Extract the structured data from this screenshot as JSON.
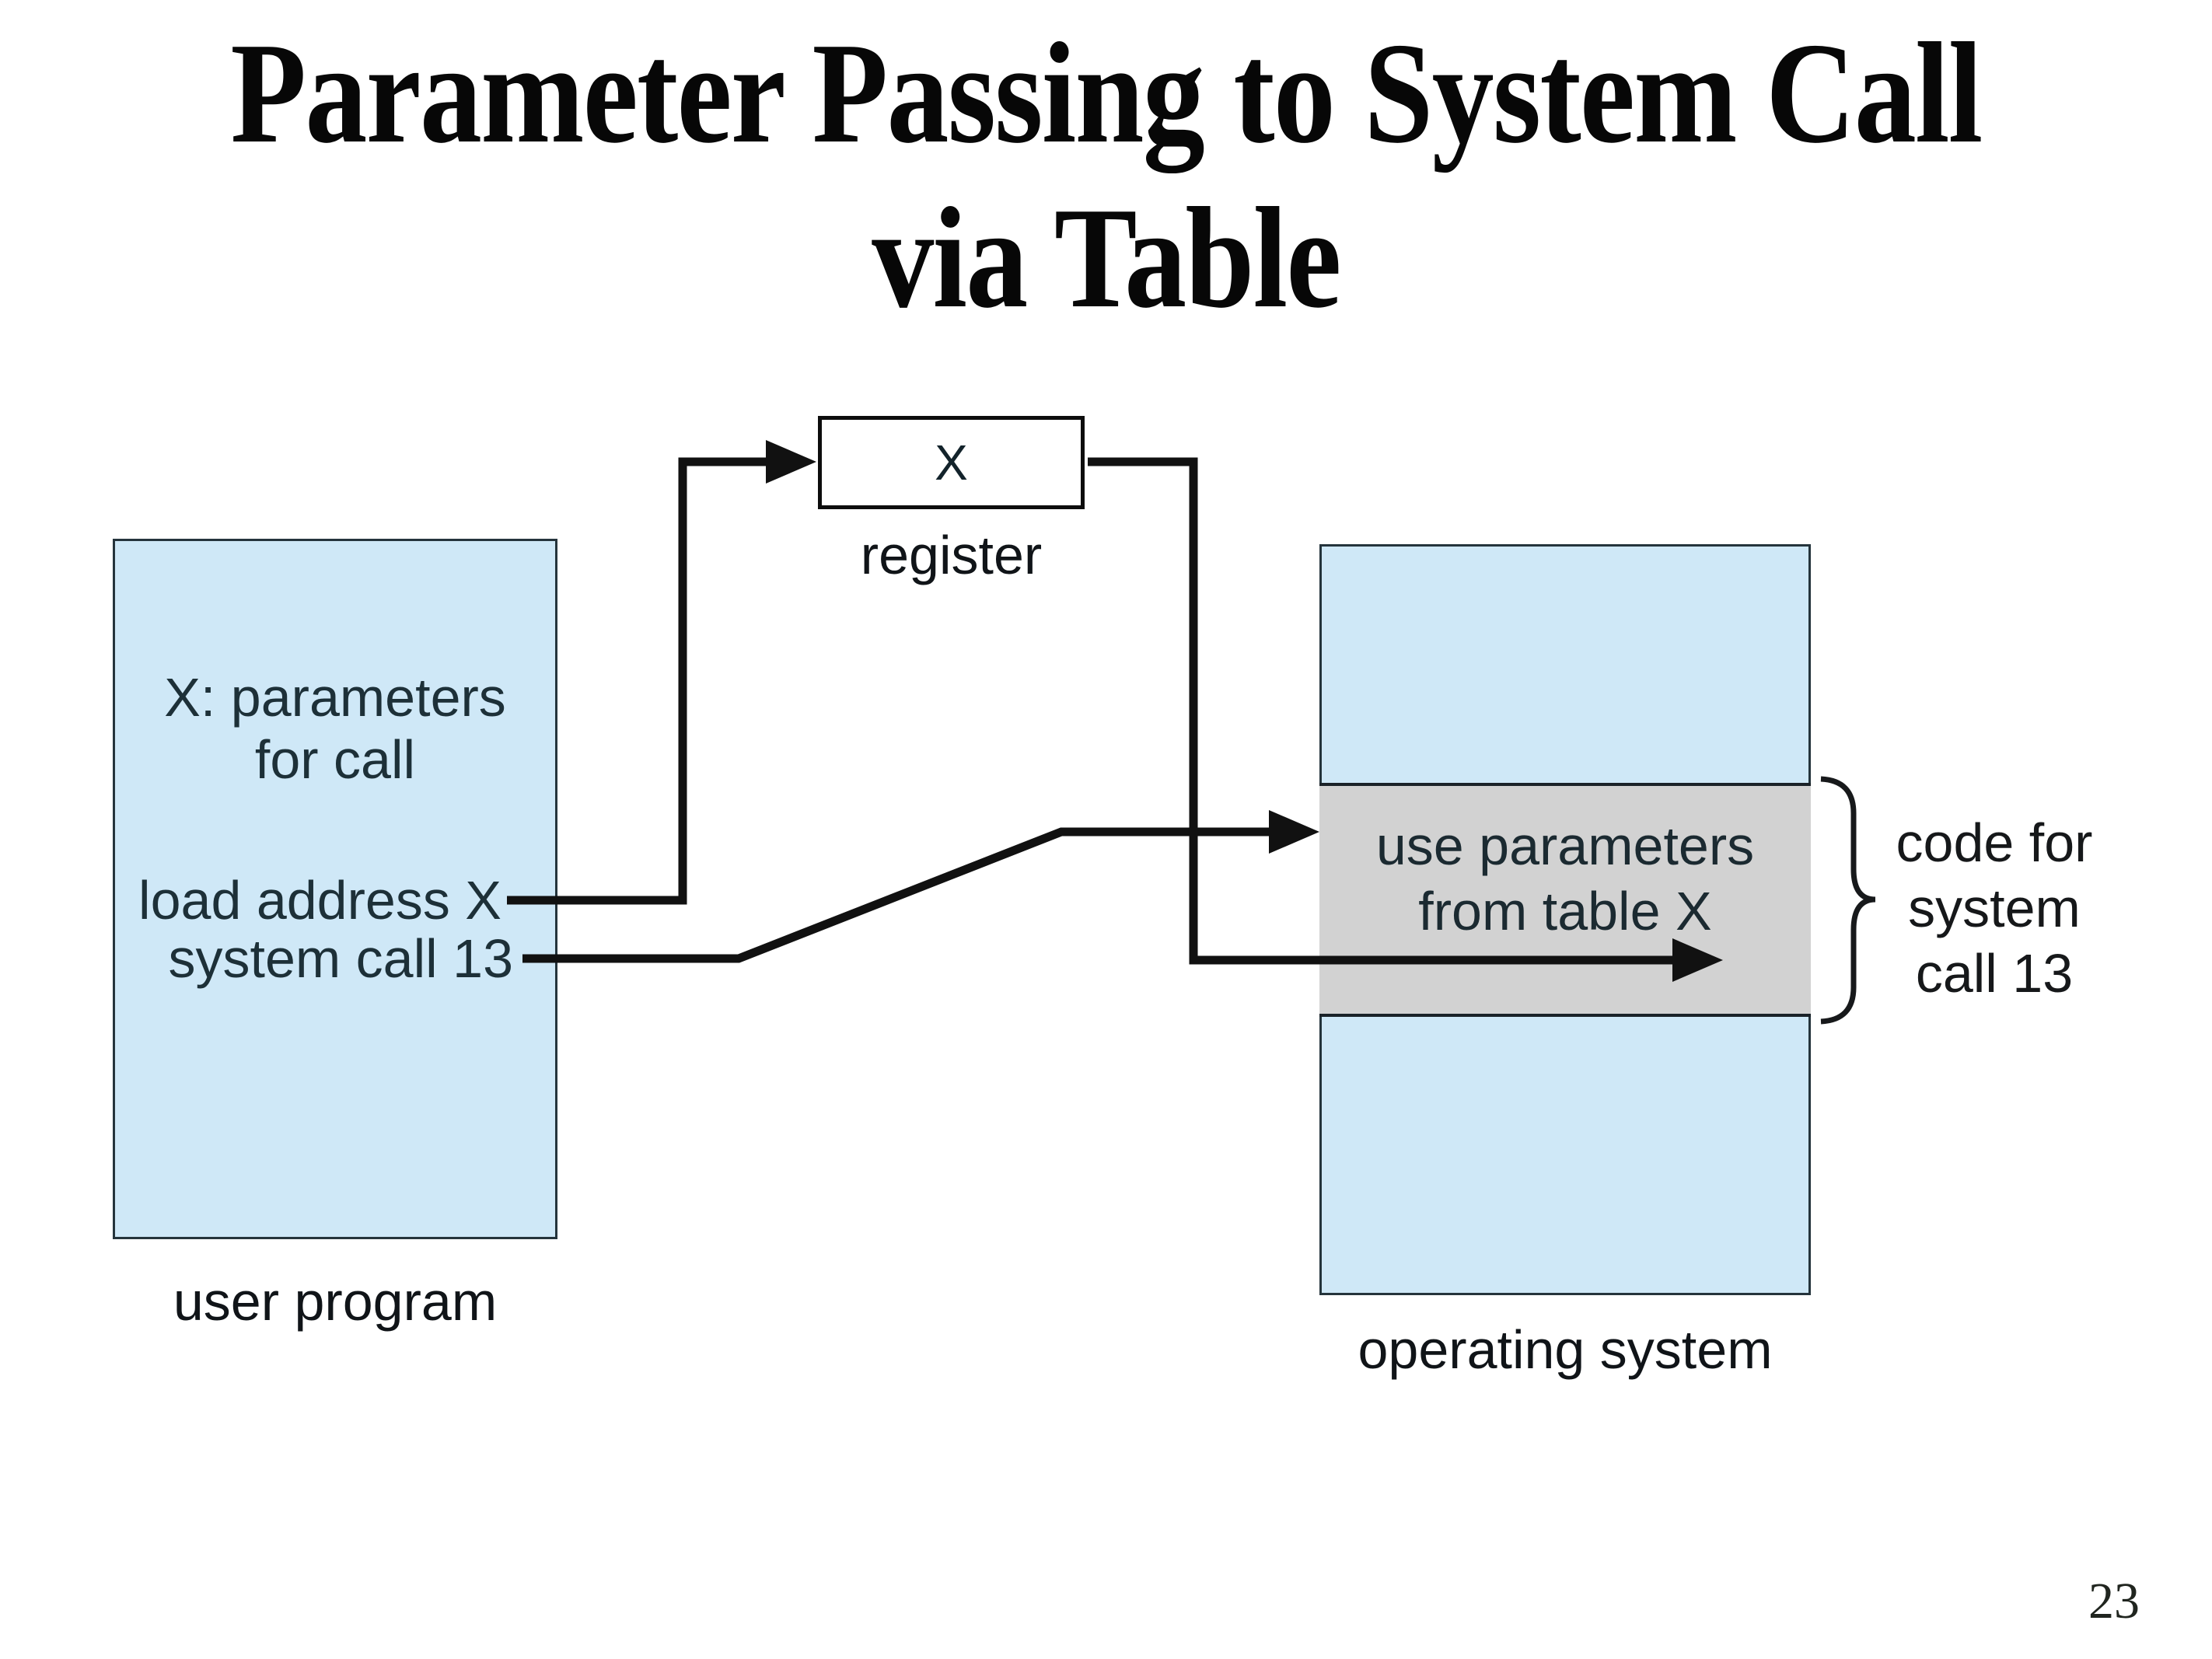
{
  "slide": {
    "title_line1": "Parameter Passing to System Call",
    "title_line2": "via Table",
    "page_number": "23"
  },
  "diagram": {
    "register_box": {
      "value": "X",
      "label": "register"
    },
    "user_program": {
      "label": "user program",
      "params_line1": "X: parameters",
      "params_line2": "for call",
      "instruction1": "load address X",
      "instruction2": "system call 13"
    },
    "operating_system": {
      "label": "operating system",
      "handler_line1": "use parameters",
      "handler_line2": "from table X",
      "brace_line1": "code for",
      "brace_line2": "system",
      "brace_line3": "call 13"
    },
    "colors": {
      "box_fill": "#cfe8f7",
      "band_fill": "#d2d2d2",
      "line": "#111111"
    }
  }
}
